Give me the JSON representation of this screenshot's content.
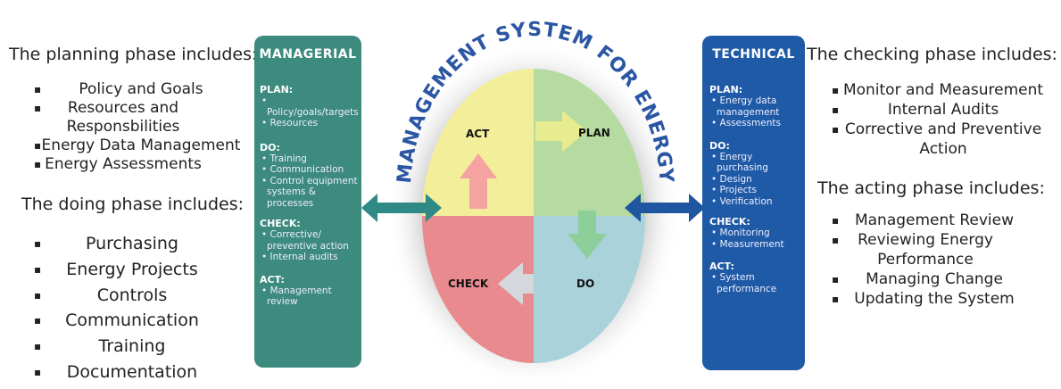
{
  "left": {
    "planning_heading": "The planning phase includes:",
    "planning_items": [
      "Policy and Goals",
      "Resources and Responsbilities",
      "Energy Data Management",
      "Energy Assessments"
    ],
    "doing_heading": "The doing phase includes:",
    "doing_items": [
      "Purchasing",
      "Energy Projects",
      "Controls",
      "Communication",
      "Training",
      "Documentation"
    ]
  },
  "right": {
    "checking_heading": "The checking phase includes:",
    "checking_items": [
      "Monitor and Measurement",
      "Internal Audits",
      "Corrective and Preventive Action"
    ],
    "acting_heading": "The acting phase includes:",
    "acting_items": [
      "Management Review",
      "Reviewing Energy Performance",
      "Managing Change",
      "Updating the System"
    ]
  },
  "managerial": {
    "title": "MANAGERIAL",
    "plan_label": "PLAN:",
    "plan_items": [
      "Policy/goals/targets",
      "Resources"
    ],
    "do_label": "DO:",
    "do_items": [
      "Training",
      "Communication",
      "Control equipment systems & processes"
    ],
    "check_label": "CHECK:",
    "check_items": [
      "Corrective/ preventive action",
      "Internal audits"
    ],
    "act_label": "ACT:",
    "act_items": [
      "Management review"
    ]
  },
  "technical": {
    "title": "TECHNICAL",
    "plan_label": "PLAN:",
    "plan_items": [
      "Energy data management",
      "Assessments"
    ],
    "do_label": "DO:",
    "do_items": [
      "Energy purchasing",
      "Design",
      "Projects",
      "Verification"
    ],
    "check_label": "CHECK:",
    "check_items": [
      "Monitoring",
      "Measurement"
    ],
    "act_label": "ACT:",
    "act_items": [
      "System performance"
    ]
  },
  "cycle": {
    "arc_title": "MANAGEMENT SYSTEM FOR ENERGY",
    "act": "ACT",
    "plan": "PLAN",
    "check": "CHECK",
    "do": "DO"
  },
  "colors": {
    "managerial": "#3d8a7e",
    "technical": "#1f5aa6",
    "act_quadrant": "#f3ee9a",
    "plan_quadrant": "#b5dba0",
    "check_quadrant": "#e98b8e",
    "do_quadrant": "#a9d2db"
  }
}
